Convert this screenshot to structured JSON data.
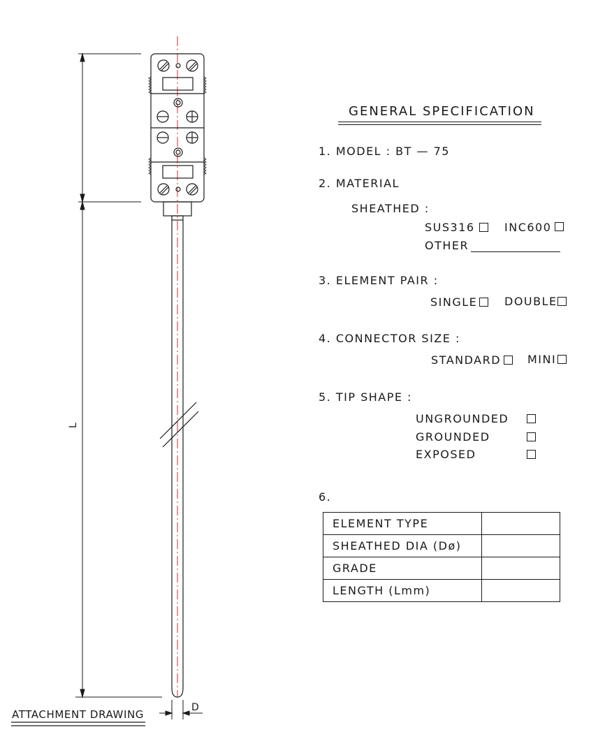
{
  "drawing": {
    "label_length": "L",
    "label_dia": "D",
    "attachment_label": "ATTACHMENT DRAWING"
  },
  "spec": {
    "title": "GENERAL SPECIFICATION",
    "model": "1. MODEL :  BT — 75",
    "material": {
      "heading": "2. MATERIAL",
      "sheathed": "SHEATHED :",
      "opt1": "SUS316",
      "opt2": "INC600",
      "other": "OTHER"
    },
    "element_pair": {
      "heading": "3. ELEMENT PAIR :",
      "opt1": "SINGLE",
      "opt2": "DOUBLE"
    },
    "connector_size": {
      "heading": "4. CONNECTOR SIZE :",
      "opt1": "STANDARD",
      "opt2": "MINI"
    },
    "tip_shape": {
      "heading": "5. TIP SHAPE :",
      "opt1": "UNGROUNDED",
      "opt2": "GROUNDED",
      "opt3": "EXPOSED"
    },
    "table": {
      "heading": "6.",
      "rows": [
        {
          "label": "ELEMENT TYPE",
          "value": ""
        },
        {
          "label": "SHEATHED DIA (Dø)",
          "value": ""
        },
        {
          "label": "GRADE",
          "value": ""
        },
        {
          "label": "LENGTH (Lmm)",
          "value": ""
        }
      ]
    }
  }
}
